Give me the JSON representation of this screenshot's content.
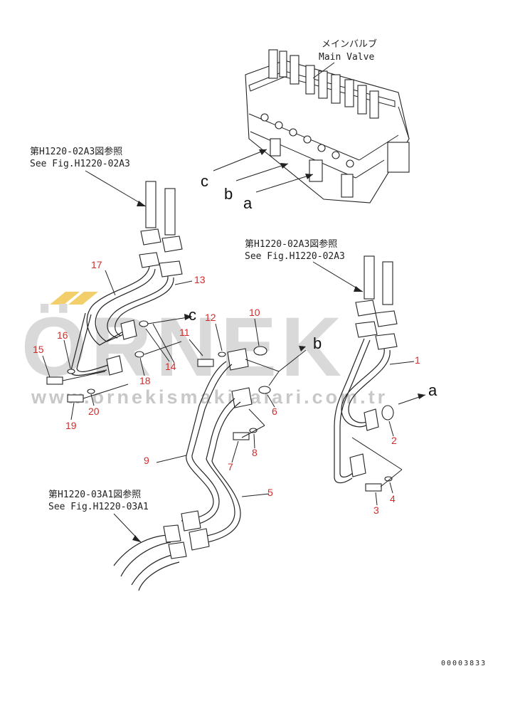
{
  "main_valve": {
    "jp": "メインバルブ",
    "en": "Main Valve"
  },
  "refs": {
    "ref_top_left_jp": "第H1220-02A3図参照",
    "ref_top_left_en": "See Fig.H1220-02A3",
    "ref_right_jp": "第H1220-02A3図参照",
    "ref_right_en": "See Fig.H1220-02A3",
    "ref_bottom_jp": "第H1220-03A1図参照",
    "ref_bottom_en": "See Fig.H1220-03A1"
  },
  "connection_letters": {
    "c_valve": "c",
    "b_valve": "b",
    "a_valve": "a",
    "c_pipe": "c",
    "b_pipe": "b",
    "a_pipe": "a"
  },
  "callouts": [
    "1",
    "2",
    "3",
    "4",
    "5",
    "6",
    "7",
    "8",
    "9",
    "10",
    "11",
    "12",
    "13",
    "14",
    "15",
    "16",
    "17",
    "18",
    "19",
    "20"
  ],
  "watermark": {
    "brand": "ÖRNEK",
    "url": "www.ornekismakinalari.com.tr"
  },
  "drawing_code": "00003833",
  "colors": {
    "callout": "#d22b2b",
    "watermark": "#d9d9d9",
    "line": "#222222"
  }
}
